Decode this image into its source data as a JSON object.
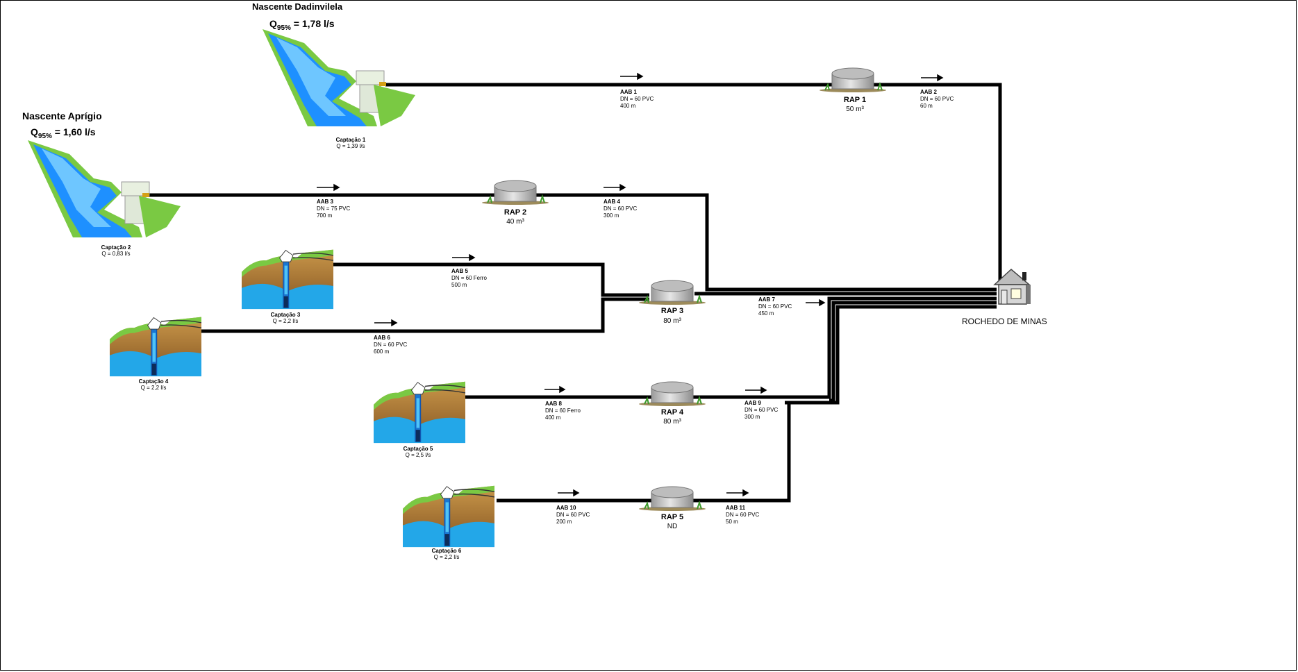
{
  "springs": [
    {
      "name": "Nascente Dadinvilela",
      "flow_prefix": "Q",
      "flow_sub": "95%",
      "flow_value": " = 1,78 l/s"
    },
    {
      "name": "Nascente Aprígio",
      "flow_prefix": "Q",
      "flow_sub": "95%",
      "flow_value": " = 1,60 l/s"
    }
  ],
  "captures": [
    {
      "label": "Captação 1",
      "flow": "Q = 1,39 l/s",
      "kind": "surface"
    },
    {
      "label": "Captação 2",
      "flow": "Q = 0,83 l/s",
      "kind": "surface"
    },
    {
      "label": "Captação 3",
      "flow": "Q = 2,2 l/s",
      "kind": "well"
    },
    {
      "label": "Captação 4",
      "flow": "Q = 2,2 l/s",
      "kind": "well"
    },
    {
      "label": "Captação 5",
      "flow": "Q = 2,5 l/s",
      "kind": "well"
    },
    {
      "label": "Captação 6",
      "flow": "Q = 2,2 l/s",
      "kind": "well"
    }
  ],
  "pipes": [
    {
      "id": "AAB 1",
      "dn": "DN = 60 PVC",
      "len": "400 m"
    },
    {
      "id": "AAB 2",
      "dn": "DN = 60 PVC",
      "len": "60 m"
    },
    {
      "id": "AAB 3",
      "dn": "DN = 75 PVC",
      "len": "700 m"
    },
    {
      "id": "AAB 4",
      "dn": "DN = 60 PVC",
      "len": "300 m"
    },
    {
      "id": "AAB 5",
      "dn": "DN = 60 Ferro",
      "len": "500 m"
    },
    {
      "id": "AAB 6",
      "dn": "DN = 60 PVC",
      "len": "600 m"
    },
    {
      "id": "AAB 7",
      "dn": "DN = 60 PVC",
      "len": "450 m"
    },
    {
      "id": "AAB 8",
      "dn": "DN = 60 Ferro",
      "len": "400 m"
    },
    {
      "id": "AAB 9",
      "dn": "DN = 60 PVC",
      "len": "300 m"
    },
    {
      "id": "AAB 10",
      "dn": "DN = 60 PVC",
      "len": "200 m"
    },
    {
      "id": "AAB 11",
      "dn": "DN = 60 PVC",
      "len": "50 m"
    }
  ],
  "reservoirs": [
    {
      "id": "RAP 1",
      "cap": "50 m³"
    },
    {
      "id": "RAP 2",
      "cap": "40 m³"
    },
    {
      "id": "RAP 3",
      "cap": "80 m³"
    },
    {
      "id": "RAP 4",
      "cap": "80 m³"
    },
    {
      "id": "RAP 5",
      "cap": "ND"
    }
  ],
  "town": {
    "name": "ROCHEDO DE MINAS",
    "icon": "house-icon"
  },
  "colors": {
    "pipe": "#000000",
    "water": "#1e90ff",
    "grass": "#7ac943",
    "soil": "#b5813a",
    "tank": "#c8c8c8"
  }
}
